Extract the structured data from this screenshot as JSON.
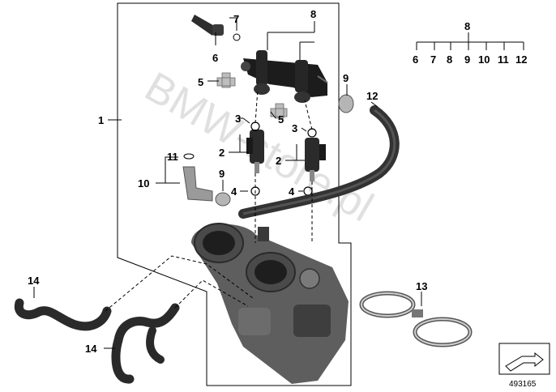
{
  "watermark": "BMW-store.pl",
  "reference_number": "493165",
  "icons": [
    "intake-pipe-graphic",
    "injector-graphic",
    "fuel-rail-graphic",
    "throttle-body-graphic",
    "hose-clamp-graphic",
    "fuel-hose-graphic",
    "view-arrow-icon"
  ],
  "callouts": {
    "c1": "1",
    "c2a": "2",
    "c2b": "2",
    "c3a": "3",
    "c3b": "3",
    "c4a": "4",
    "c4b": "4",
    "c5a": "5",
    "c5b": "5",
    "c6": "6",
    "c7": "7",
    "c8": "8",
    "c9a": "9",
    "c9b": "9",
    "c10": "10",
    "c11": "11",
    "c12": "12",
    "c13": "13",
    "c14a": "14",
    "c14b": "14"
  },
  "set_legend": {
    "head": "8",
    "items": [
      "6",
      "7",
      "8",
      "9",
      "10",
      "11",
      "12"
    ]
  }
}
